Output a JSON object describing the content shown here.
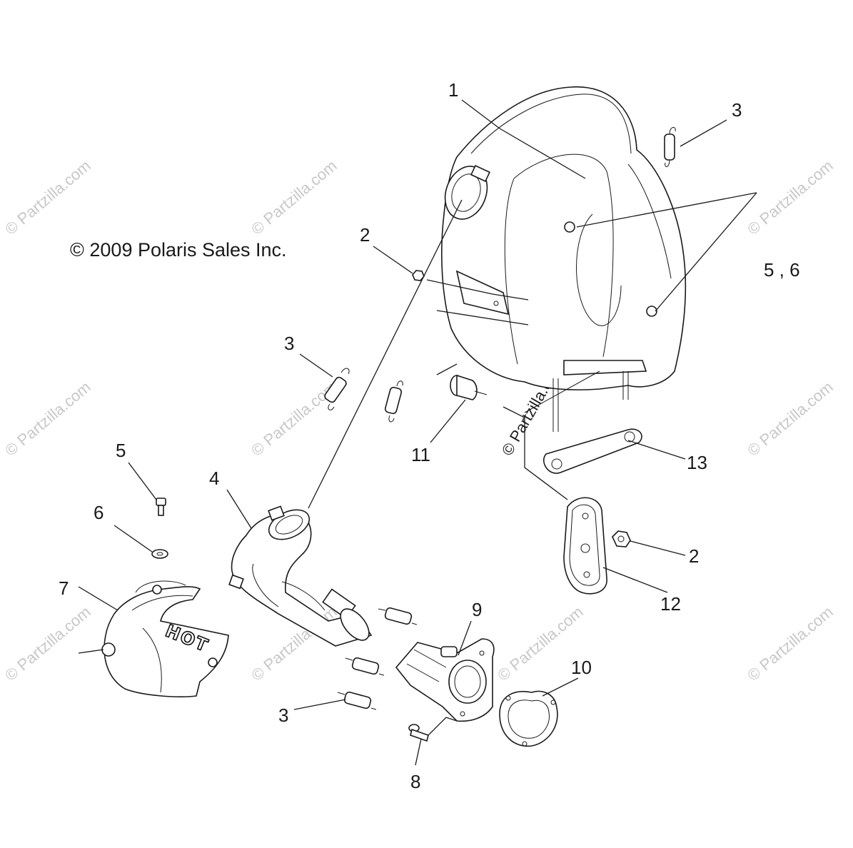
{
  "copyright": "© 2009 Polaris Sales Inc.",
  "watermark": "© Partzilla.com",
  "hot_label": "HOT",
  "callouts": {
    "c1": "1",
    "c2a": "2",
    "c2b": "2",
    "c3a": "3",
    "c3b": "3",
    "c3c": "3",
    "c4": "4",
    "c5": "5",
    "c56": "5 , 6",
    "c6": "6",
    "c7": "7",
    "c8": "8",
    "c9": "9",
    "c10": "10",
    "c11": "11",
    "c12": "12",
    "c13": "13"
  },
  "colors": {
    "line": "#1a1a1a",
    "watermark": "#c8c8c8"
  }
}
